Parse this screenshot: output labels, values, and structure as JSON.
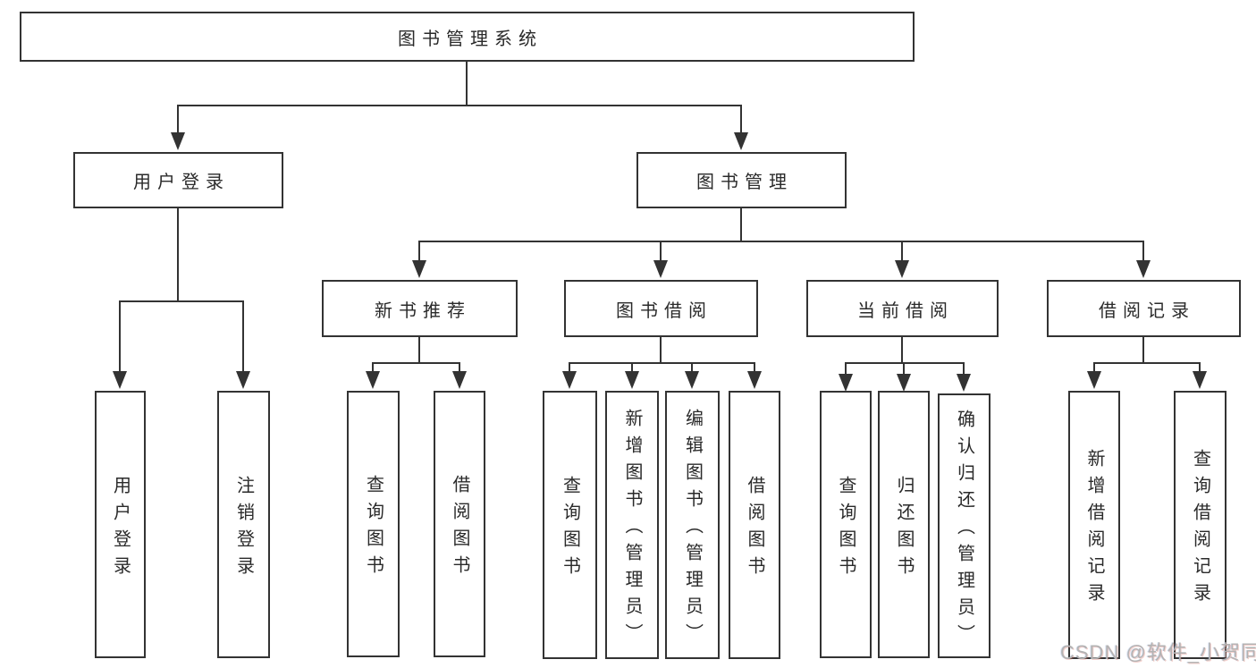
{
  "diagram_title": "图书管理系统",
  "nodes": {
    "root": "图书管理系统",
    "user_login": "用户登录",
    "book_mgmt": "图书管理",
    "new_book_rec": "新书推荐",
    "book_borrow": "图书借阅",
    "current_borrow": "当前借阅",
    "borrow_records": "借阅记录",
    "user_login_child_1": "用户登录",
    "user_login_child_2": "注销登录",
    "new_book_rec_child_1": "查询图书",
    "new_book_rec_child_2": "借阅图书",
    "book_borrow_child_1": "查询图书",
    "book_borrow_child_2": "新增图书（管理员）",
    "book_borrow_child_3": "编辑图书（管理员）",
    "book_borrow_child_4": "借阅图书",
    "current_borrow_child_1": "查询图书",
    "current_borrow_child_2": "归还图书",
    "current_borrow_child_3": "确认归还（管理员）",
    "borrow_records_child_1": "新增借阅记录",
    "borrow_records_child_2": "查询借阅记录"
  },
  "hierarchy": {
    "图书管理系统": {
      "用户登录": [
        "用户登录",
        "注销登录"
      ],
      "图书管理": {
        "新书推荐": [
          "查询图书",
          "借阅图书"
        ],
        "图书借阅": [
          "查询图书",
          "新增图书（管理员）",
          "编辑图书（管理员）",
          "借阅图书"
        ],
        "当前借阅": [
          "查询图书",
          "归还图书",
          "确认归还（管理员）"
        ],
        "借阅记录": [
          "新增借阅记录",
          "查询借阅记录"
        ]
      }
    }
  },
  "watermark": "CSDN @软件_小贺同学",
  "colors": {
    "line": "#333333",
    "text": "#2a2a2a",
    "box_background": "#ffffff",
    "page_background": "#ffffff",
    "watermark": "#b3b3b3"
  }
}
